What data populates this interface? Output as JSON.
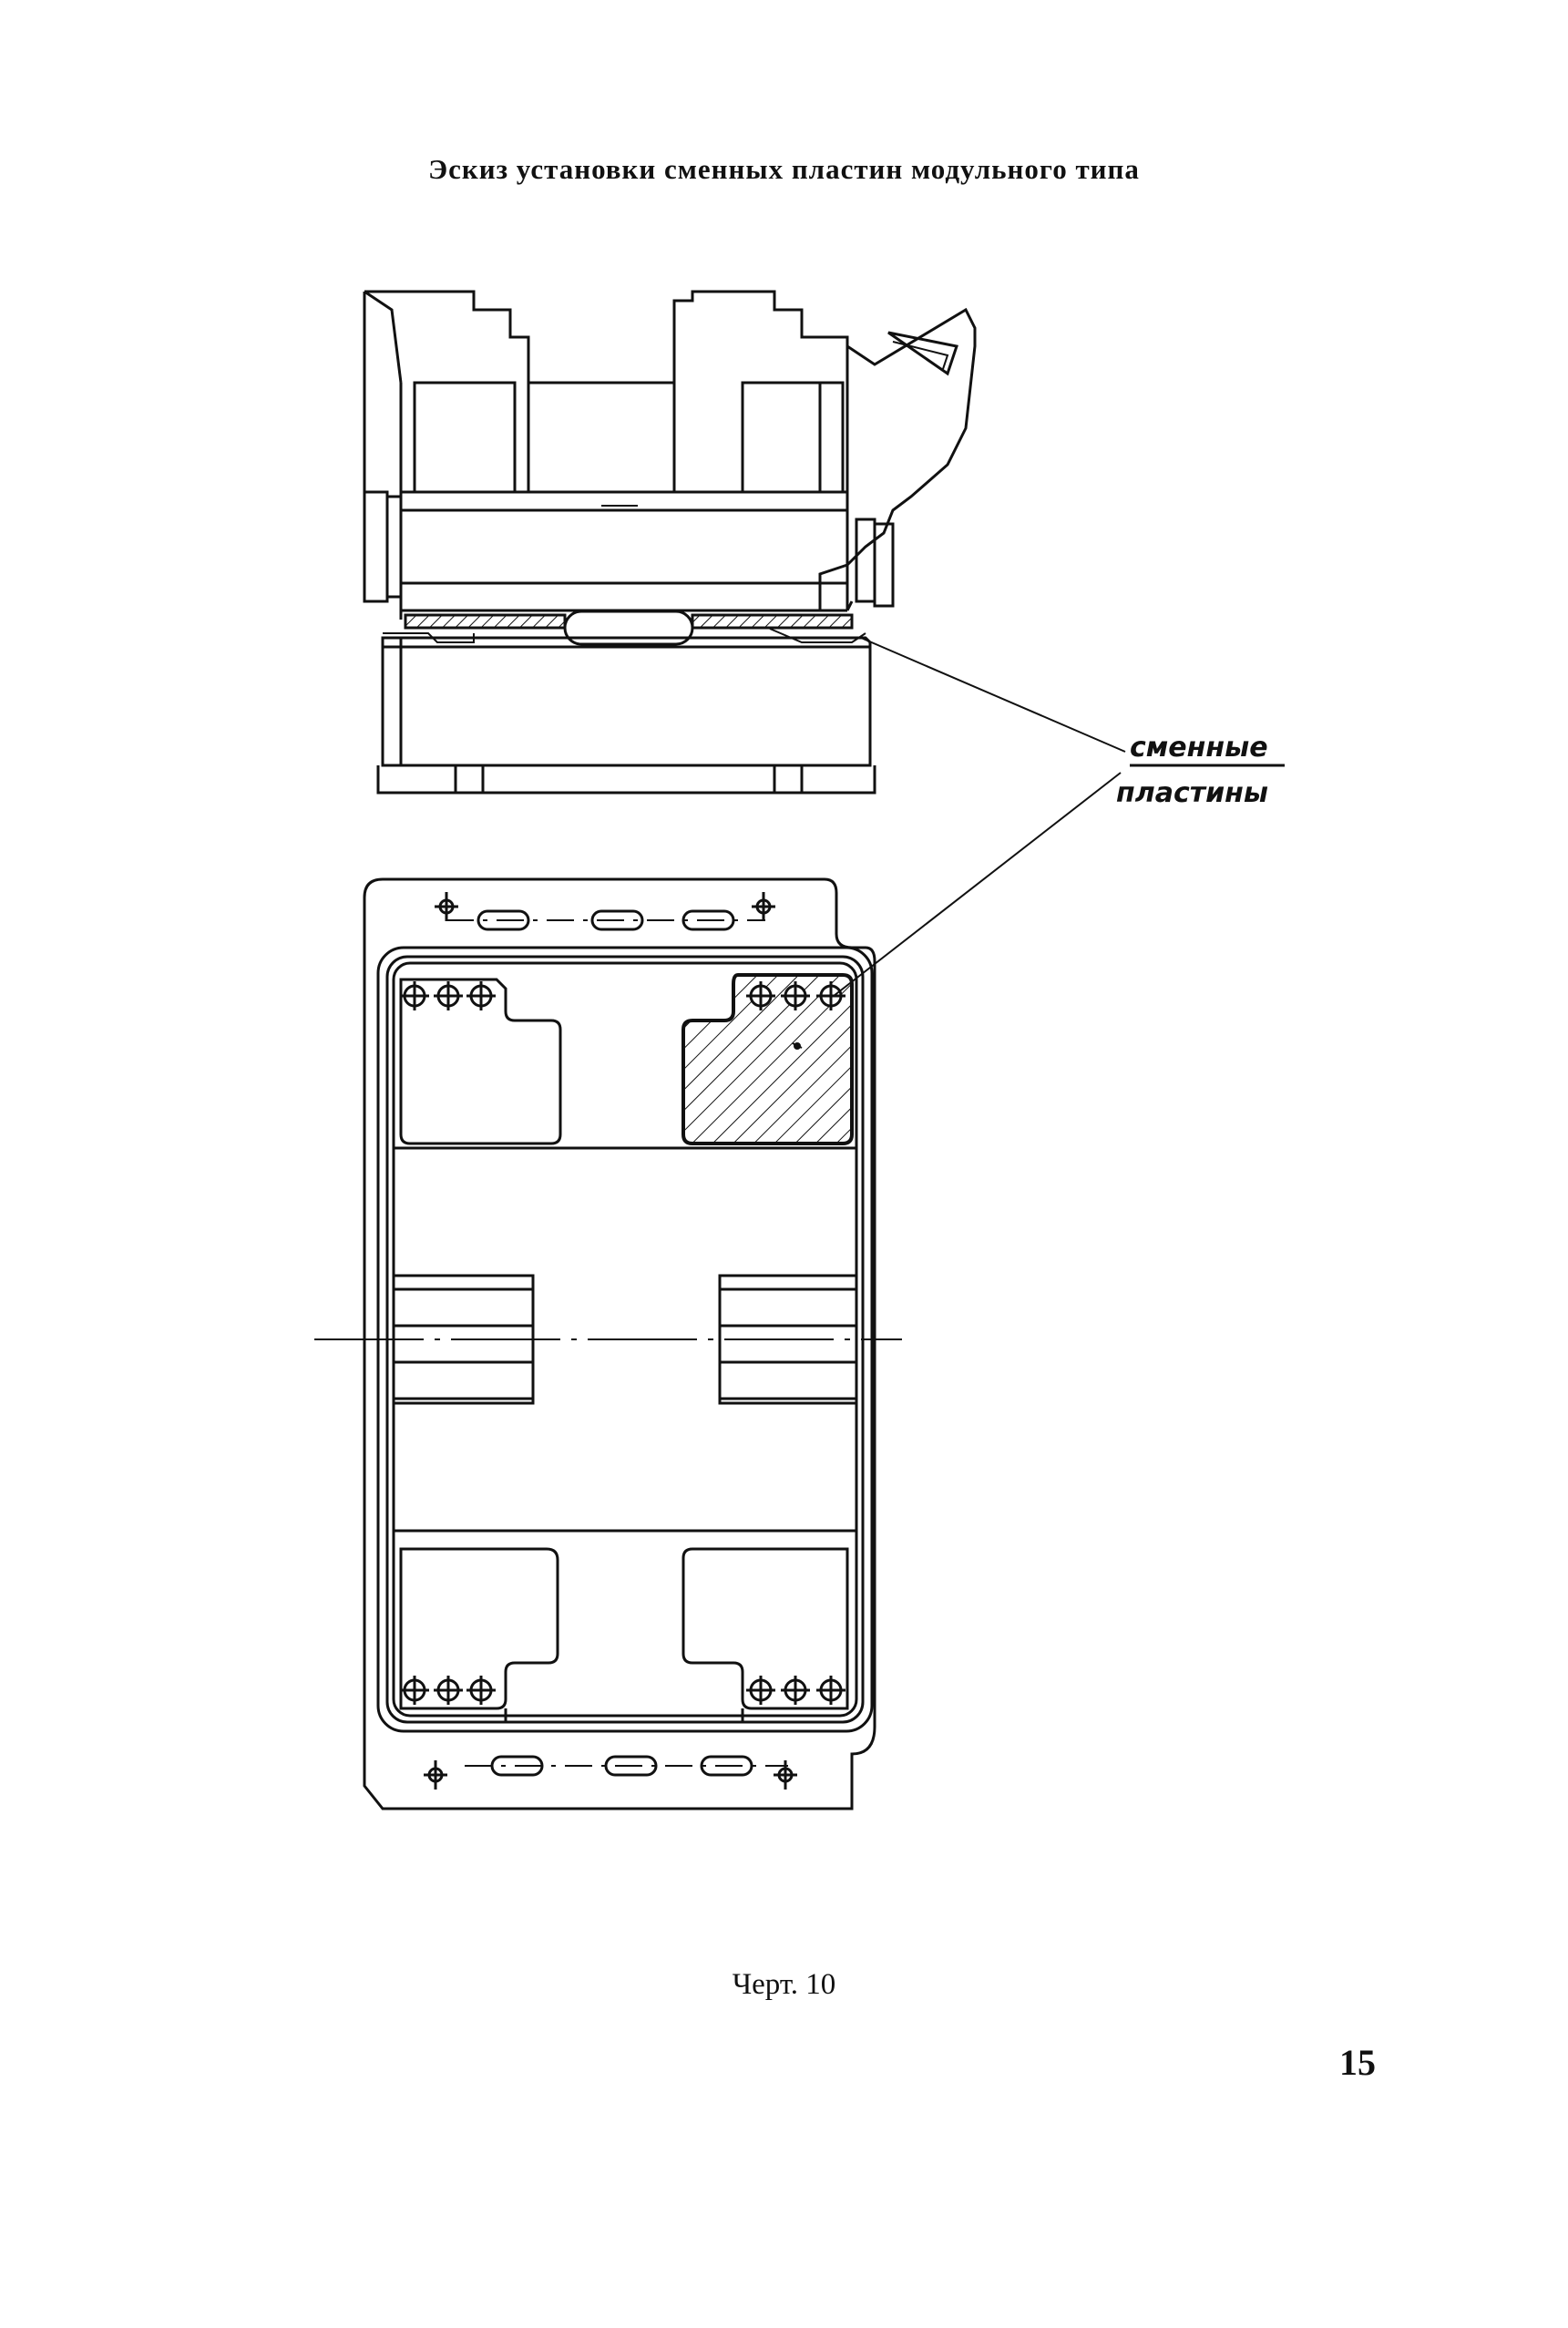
{
  "page": {
    "title": "Эскиз установки сменных пластин модульного типа",
    "caption": "Черт. 10",
    "page_number": "15"
  },
  "drawing": {
    "callout_label_line1": "сменные",
    "callout_label_line2": "пластины"
  }
}
